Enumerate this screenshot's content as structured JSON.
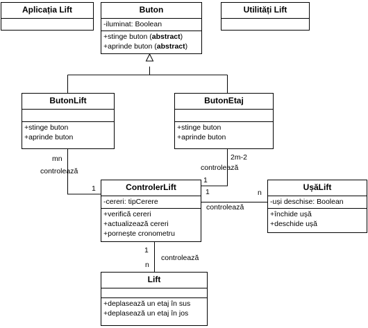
{
  "classes": {
    "aplicatia_lift": {
      "title": "Aplicația Lift"
    },
    "buton": {
      "title": "Buton",
      "attribute": "-iluminat: Boolean",
      "methods": [
        {
          "text": "+stinge buton (",
          "bold": "abstract",
          "end": ")"
        },
        {
          "text": "+aprinde buton (",
          "bold": "abstract",
          "end": ")"
        }
      ]
    },
    "utilitati_lift": {
      "title": "Utilități Lift"
    },
    "buton_lift": {
      "title": "ButonLift",
      "methods": [
        "+stinge buton",
        "+aprinde buton"
      ]
    },
    "buton_etaj": {
      "title": "ButonEtaj",
      "methods": [
        "+stinge buton",
        "+aprinde buton"
      ]
    },
    "controler_lift": {
      "title": "ControlerLift",
      "attribute": "-cereri: tipCerere",
      "methods": [
        "+verifică cereri",
        "+actualizează cereri",
        "+pornește cronometru"
      ]
    },
    "usa_lift": {
      "title": "UșăLift",
      "attribute": "-uși deschise: Boolean",
      "methods": [
        "+închide ușă",
        "+deschide ușă"
      ]
    },
    "lift": {
      "title": "Lift",
      "methods": [
        "+deplasează un etaj în sus",
        "+deplasează un etaj în jos"
      ]
    }
  },
  "associations": {
    "buton_lift_controler": {
      "label": "controlează",
      "mult_source": "mn",
      "mult_target": "1"
    },
    "buton_etaj_controler": {
      "label": "controlează",
      "mult_source": "2m-2",
      "mult_target": "1"
    },
    "controler_usa": {
      "label": "controlează",
      "mult_source": "1",
      "mult_target": "n"
    },
    "controler_lift": {
      "label": "controlează",
      "mult_source": "1",
      "mult_target": "n"
    }
  }
}
